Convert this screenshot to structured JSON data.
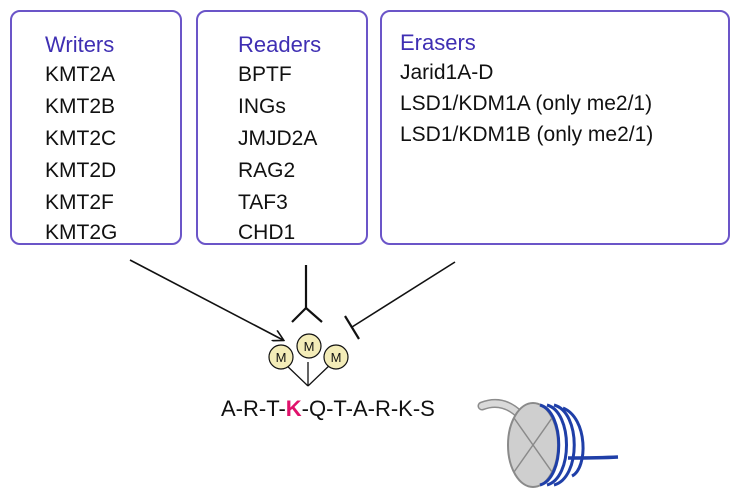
{
  "writers": {
    "title": "Writers",
    "items": [
      "KMT2A",
      "KMT2B",
      "KMT2C",
      "KMT2D",
      "KMT2F",
      "KMT2G"
    ]
  },
  "readers": {
    "title": "Readers",
    "items": [
      "BPTF",
      "INGs",
      "JMJD2A",
      "RAG2",
      "TAF3",
      "CHD1"
    ]
  },
  "erasers": {
    "title": "Erasers",
    "items": [
      "Jarid1A-D",
      "LSD1/KDM1A (only me2/1)",
      "LSD1/KDM1B (only me2/1)"
    ]
  },
  "methyl": {
    "label": "M"
  },
  "sequence": {
    "before": "A-R-T-",
    "residue": "K",
    "after": "-Q-T-A-R-K-S"
  },
  "colors": {
    "panel_border": "#6b55c8",
    "title_text": "#3f2fb3",
    "highlight_residue": "#e0116b",
    "methyl_fill": "#f3ecb8",
    "dna": "#1f3fa8",
    "nucleosome": "#cfcfcf"
  }
}
